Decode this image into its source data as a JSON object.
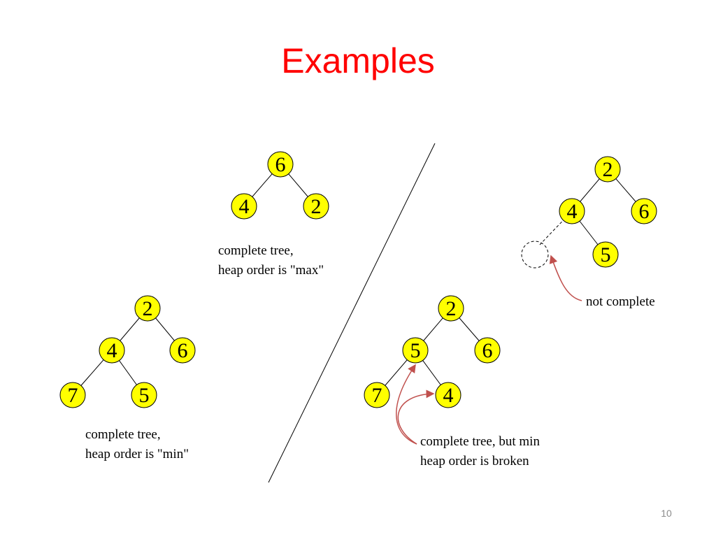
{
  "slide": {
    "title": "Examples",
    "page_number": "10",
    "colors": {
      "title": "#ff0000",
      "node_fill": "#ffff00",
      "arrow": "#c0504d"
    }
  },
  "trees": {
    "max_heap": {
      "nodes": [
        "6",
        "4",
        "2"
      ],
      "caption": [
        "complete tree,",
        "heap order is \"max\""
      ]
    },
    "min_heap": {
      "nodes": [
        "2",
        "4",
        "6",
        "7",
        "5"
      ],
      "caption": [
        "complete tree,",
        "heap order is \"min\""
      ]
    },
    "broken_heap": {
      "nodes": [
        "2",
        "5",
        "6",
        "7",
        "4"
      ],
      "caption": [
        "complete tree, but min",
        "heap order is broken"
      ]
    },
    "incomplete": {
      "nodes": [
        "2",
        "4",
        "6",
        "5"
      ],
      "caption": [
        "not complete"
      ]
    }
  }
}
